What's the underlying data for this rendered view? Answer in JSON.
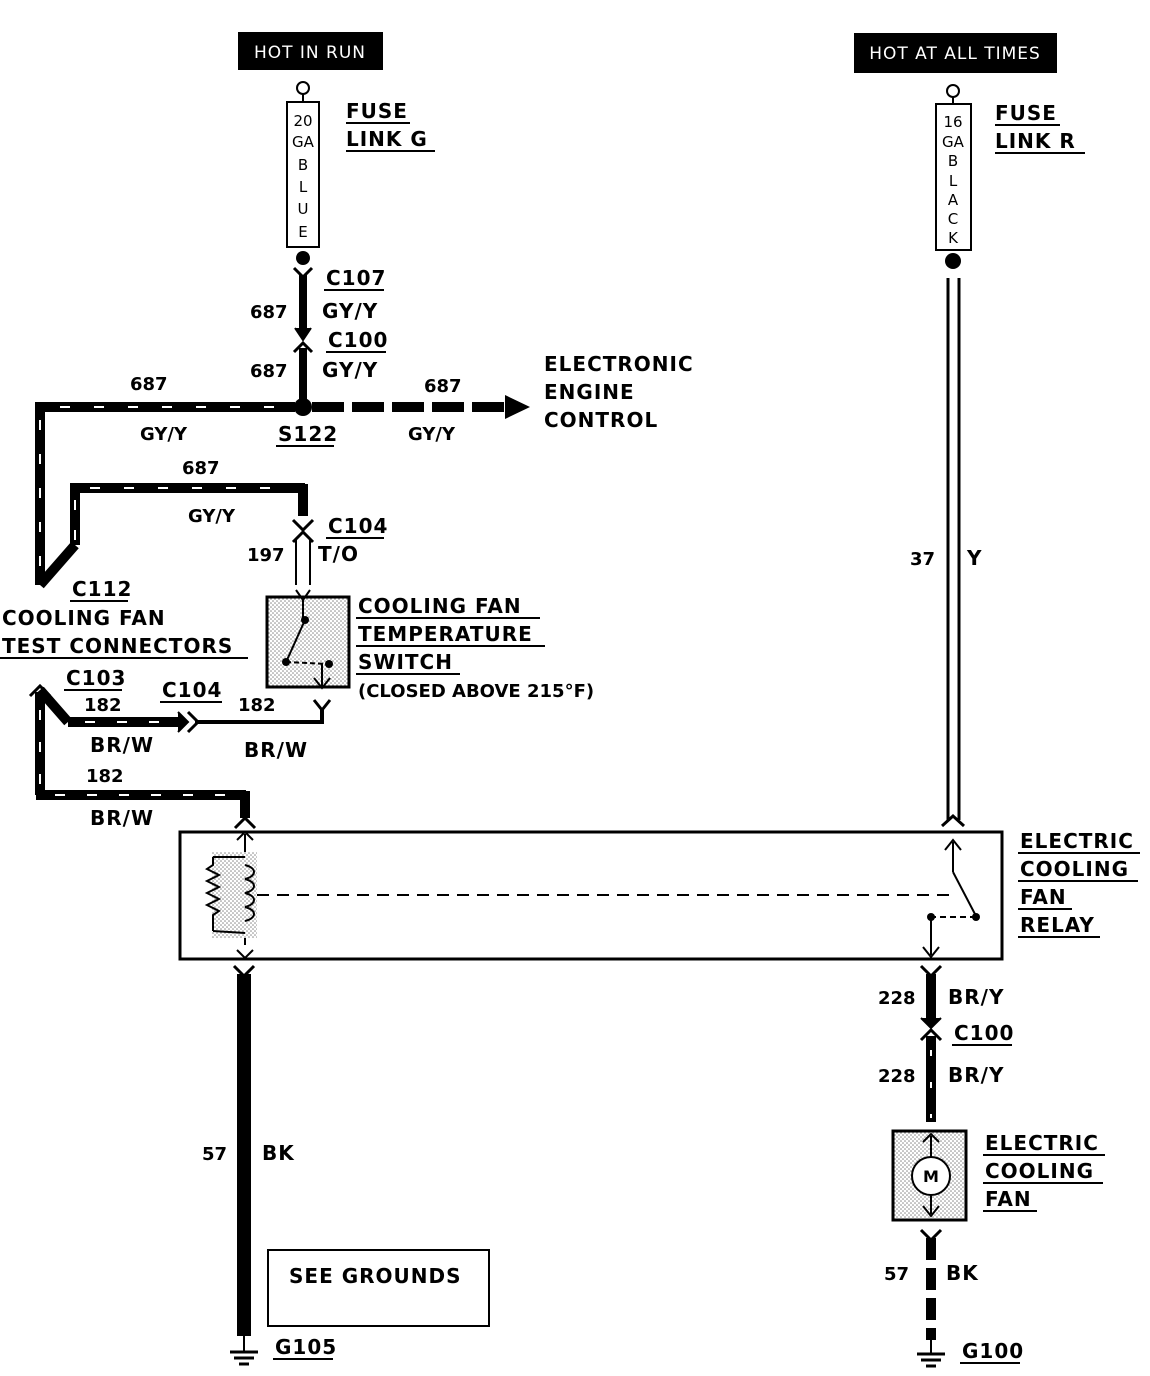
{
  "power": {
    "hot_in_run": "HOT IN RUN",
    "hot_at_all_times": "HOT AT ALL TIMES"
  },
  "fuse_link_g": {
    "line1": "FUSE",
    "line2": "LINK G",
    "wire_chars": [
      "20",
      "GA",
      "B",
      "L",
      "U",
      "E"
    ]
  },
  "fuse_link_r": {
    "line1": "FUSE",
    "line2": "LINK R",
    "wire_chars": [
      "16",
      "GA",
      "B",
      "L",
      "A",
      "C",
      "K"
    ]
  },
  "connectors": {
    "c107": "C107",
    "c100_top": "C100",
    "s122": "S122",
    "c104_top": "C104",
    "c112": "C112",
    "c103": "C103",
    "c104_mid": "C104",
    "c100_bottom": "C100",
    "g105": "G105",
    "g100": "G100"
  },
  "wires": {
    "w687_a_num": "687",
    "w687_a_color": "GY/Y",
    "w687_b_num": "687",
    "w687_b_color": "GY/Y",
    "w687_left_num": "687",
    "w687_left_color": "GY/Y",
    "w687_right_num": "687",
    "w687_right_color": "GY/Y",
    "w687_inner_num": "687",
    "w687_inner_color": "GY/Y",
    "w197_num": "197",
    "w197_color": "T/O",
    "w182_a_num": "182",
    "w182_a_color": "BR/W",
    "w182_b_num": "182",
    "w182_b_color": "BR/W",
    "w182_c_num": "182",
    "w182_c_color": "BR/W",
    "w37_num": "37",
    "w37_color": "Y",
    "w228_a_num": "228",
    "w228_a_color": "BR/Y",
    "w228_b_num": "228",
    "w228_b_color": "BR/Y",
    "w57_left_num": "57",
    "w57_left_color": "BK",
    "w57_right_num": "57",
    "w57_right_color": "BK"
  },
  "components": {
    "eec_line1": "ELECTRONIC",
    "eec_line2": "ENGINE",
    "eec_line3": "CONTROL",
    "test_conn_line1": "COOLING FAN",
    "test_conn_line2": "TEST CONNECTORS",
    "temp_switch_line1": "COOLING FAN",
    "temp_switch_line2": "TEMPERATURE",
    "temp_switch_line3": "SWITCH",
    "temp_switch_note": "(CLOSED ABOVE 215°F)",
    "relay_line1": "ELECTRIC",
    "relay_line2": "COOLING",
    "relay_line3": "FAN",
    "relay_line4": "RELAY",
    "fan_line1": "ELECTRIC",
    "fan_line2": "COOLING",
    "fan_line3": "FAN",
    "motor_symbol": "M",
    "see_grounds": "SEE GROUNDS"
  }
}
